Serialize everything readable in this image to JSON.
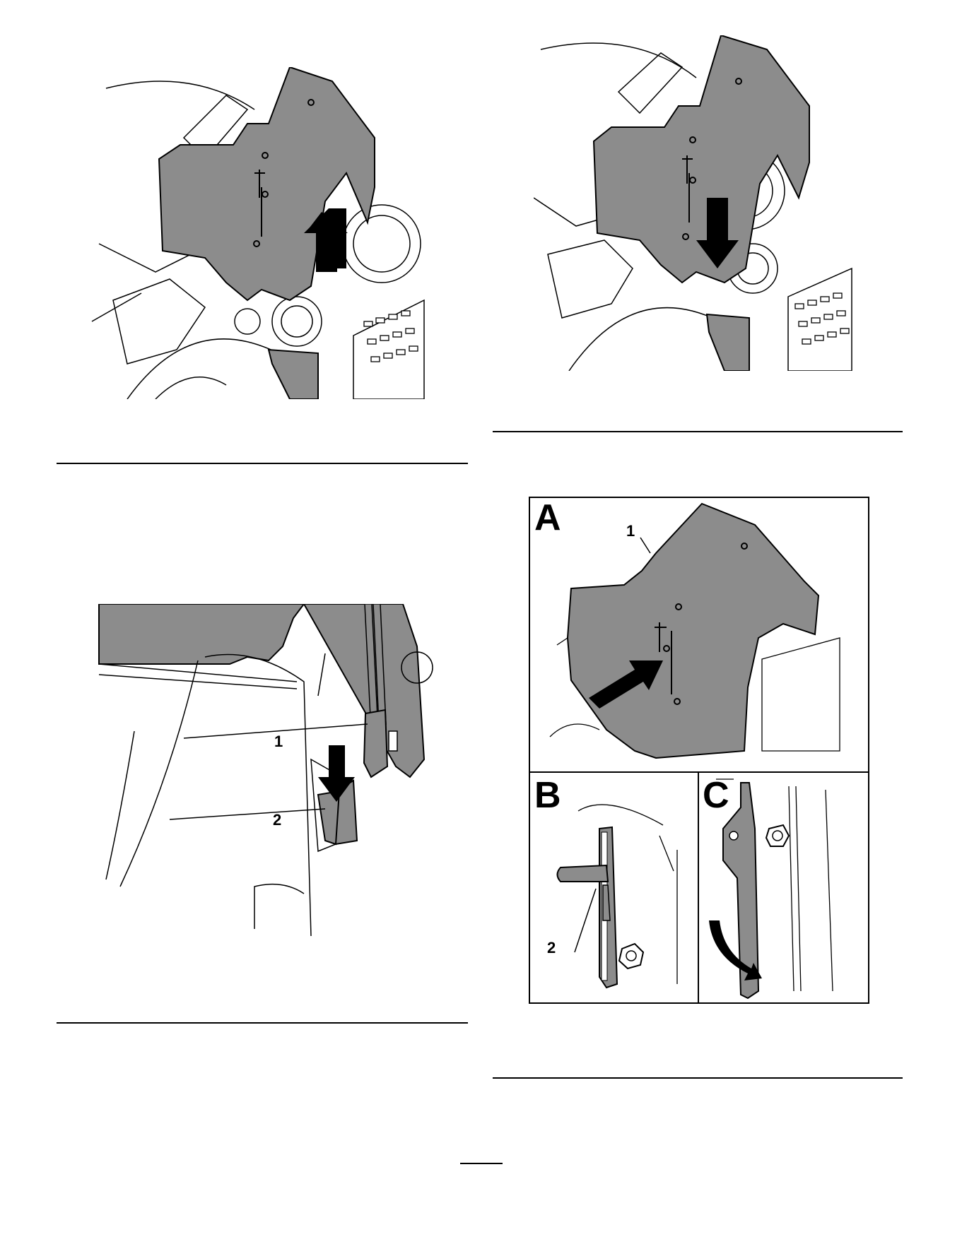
{
  "figures": {
    "shroud_raise": {
      "arrow": "up-arrow-icon"
    },
    "shroud_lower": {
      "arrow": "down-arrow-icon"
    },
    "latch_detail": {
      "callouts": [
        "1",
        "2"
      ],
      "arrow": "down-arrow-icon"
    },
    "shroud_latch_steps": {
      "panels": [
        "A",
        "B",
        "C"
      ],
      "callouts": [
        "1",
        "2"
      ],
      "arrows": [
        "push-arrow-icon",
        "rotate-arrow-icon"
      ]
    }
  },
  "colors": {
    "shroud_fill": "#8c8c8c",
    "line": "#000000",
    "arrow_fill": "#000000",
    "background": "#ffffff"
  }
}
